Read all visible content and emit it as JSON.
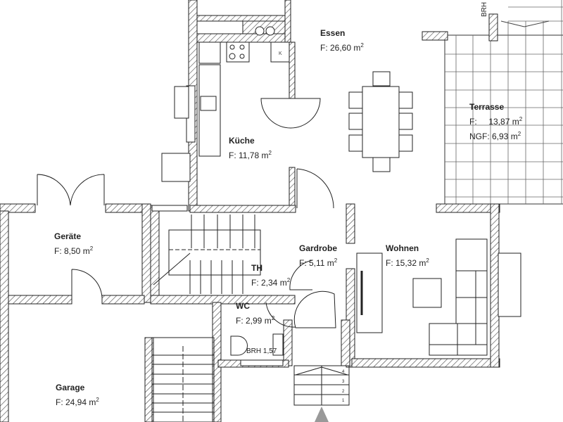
{
  "plan": {
    "type": "floor-plan",
    "unit": "m2",
    "rooms": [
      {
        "id": "essen",
        "name": "Essen",
        "area_label": "F: 26,60 m",
        "area": "26,60"
      },
      {
        "id": "terrasse",
        "name": "Terrasse",
        "area_label": "F:     13,87 m",
        "area": "13,87",
        "ngf_label": "NGF: 6,93 m",
        "ngf": "6,93"
      },
      {
        "id": "kueche",
        "name": "Küche",
        "area_label": "F: 11,78 m",
        "area": "11,78"
      },
      {
        "id": "geraete",
        "name": "Geräte",
        "area_label": "F: 8,50 m",
        "area": "8,50"
      },
      {
        "id": "gardrobe",
        "name": "Gardrobe",
        "area_label": "F: 5,11 m",
        "area": "5,11"
      },
      {
        "id": "wohnen",
        "name": "Wohnen",
        "area_label": "F: 15,32 m",
        "area": "15,32"
      },
      {
        "id": "th",
        "name": "TH",
        "area_label": "F: 2,34 m",
        "area": "2,34"
      },
      {
        "id": "wc",
        "name": "WC",
        "area_label": "F: 2,99 m",
        "area": "2,99"
      },
      {
        "id": "garage",
        "name": "Garage",
        "area_label": "F: 24,94 m",
        "area": "24,94"
      }
    ],
    "annotations": {
      "brh_top": "BRH",
      "brh_wc": "BRH 1,57",
      "sup": "2",
      "stair_numbers": [
        "1",
        "2",
        "3",
        "4"
      ]
    },
    "colors": {
      "wall": "#222222",
      "hatch": "#444444",
      "arrow": "#999999"
    }
  }
}
